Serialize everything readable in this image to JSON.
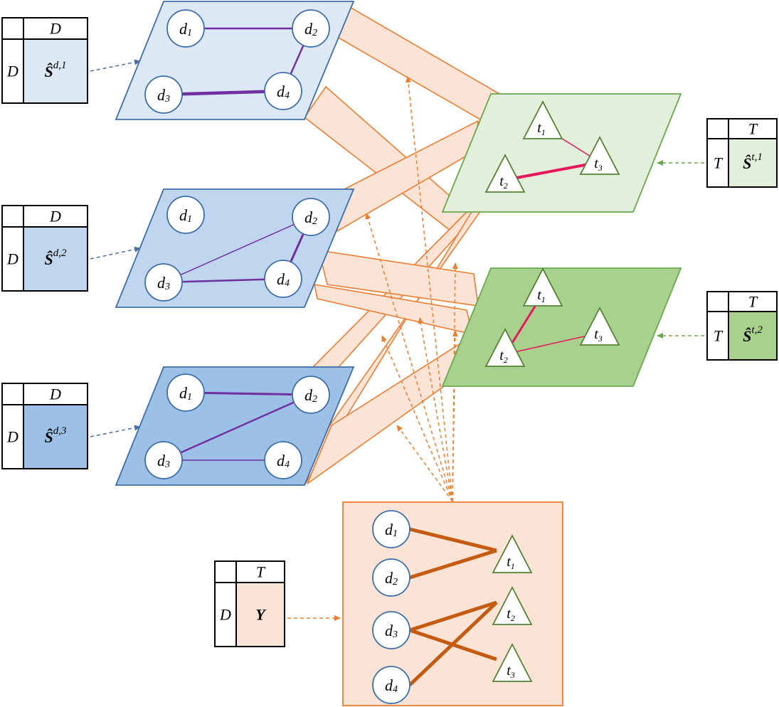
{
  "colors": {
    "drug_stroke": "#3e6fa8",
    "drug_fill_1": "#dde8f5",
    "drug_fill_2": "#c0d6ee",
    "drug_fill_3": "#9dc1e6",
    "drug_edge": "#7030a0",
    "target_stroke": "#6aa84f",
    "target_fill_1": "#e2efda",
    "target_fill_2": "#a9d18e",
    "target_edge": "#e8175d",
    "inter_stroke": "#ed7d31",
    "inter_fill": "#fbe3d5",
    "inter_edge": "#c55a11",
    "matrix_arrow_drug": "#4a6fa0",
    "matrix_arrow_target": "#6aa84f",
    "matrix_arrow_inter": "#ed7d31",
    "node_stroke_drug": "#3e6fa8",
    "node_stroke_target": "#548235"
  },
  "drug_graphs": [
    {
      "nodes": [
        {
          "base": "d",
          "sub": "1"
        },
        {
          "base": "d",
          "sub": "2"
        },
        {
          "base": "d",
          "sub": "3"
        },
        {
          "base": "d",
          "sub": "4"
        }
      ],
      "edges": [
        {
          "from": 0,
          "to": 1,
          "weight": 2.5
        },
        {
          "from": 1,
          "to": 3,
          "weight": 2.5
        },
        {
          "from": 2,
          "to": 3,
          "weight": 4.5
        }
      ]
    },
    {
      "nodes": [
        {
          "base": "d",
          "sub": "1"
        },
        {
          "base": "d",
          "sub": "2"
        },
        {
          "base": "d",
          "sub": "3"
        },
        {
          "base": "d",
          "sub": "4"
        }
      ],
      "edges": [
        {
          "from": 1,
          "to": 2,
          "weight": 1.5
        },
        {
          "from": 1,
          "to": 3,
          "weight": 3
        },
        {
          "from": 2,
          "to": 3,
          "weight": 2.5
        }
      ]
    },
    {
      "nodes": [
        {
          "base": "d",
          "sub": "1"
        },
        {
          "base": "d",
          "sub": "2"
        },
        {
          "base": "d",
          "sub": "3"
        },
        {
          "base": "d",
          "sub": "4"
        }
      ],
      "edges": [
        {
          "from": 0,
          "to": 1,
          "weight": 3
        },
        {
          "from": 1,
          "to": 2,
          "weight": 2.5
        },
        {
          "from": 2,
          "to": 3,
          "weight": 1.5
        }
      ]
    }
  ],
  "target_graphs": [
    {
      "nodes": [
        {
          "base": "t",
          "sub": "1"
        },
        {
          "base": "t",
          "sub": "2"
        },
        {
          "base": "t",
          "sub": "3"
        }
      ],
      "edges": [
        {
          "from": 0,
          "to": 2,
          "weight": 1.5
        },
        {
          "from": 1,
          "to": 2,
          "weight": 4
        }
      ]
    },
    {
      "nodes": [
        {
          "base": "t",
          "sub": "1"
        },
        {
          "base": "t",
          "sub": "2"
        },
        {
          "base": "t",
          "sub": "3"
        }
      ],
      "edges": [
        {
          "from": 0,
          "to": 1,
          "weight": 3
        },
        {
          "from": 1,
          "to": 2,
          "weight": 1.5
        }
      ]
    }
  ],
  "interaction_graph": {
    "drugs": [
      {
        "base": "d",
        "sub": "1"
      },
      {
        "base": "d",
        "sub": "2"
      },
      {
        "base": "d",
        "sub": "3"
      },
      {
        "base": "d",
        "sub": "4"
      }
    ],
    "targets": [
      {
        "base": "t",
        "sub": "1"
      },
      {
        "base": "t",
        "sub": "2"
      },
      {
        "base": "t",
        "sub": "3"
      }
    ],
    "edges": [
      {
        "drug": 0,
        "target": 0
      },
      {
        "drug": 1,
        "target": 0
      },
      {
        "drug": 2,
        "target": 1
      },
      {
        "drug": 2,
        "target": 2
      },
      {
        "drug": 3,
        "target": 1
      }
    ]
  },
  "matrices": {
    "drug": [
      {
        "row_label": "D",
        "col_label": "D",
        "symbol": "Ŝ",
        "superscript": "d,1"
      },
      {
        "row_label": "D",
        "col_label": "D",
        "symbol": "Ŝ",
        "superscript": "d,2"
      },
      {
        "row_label": "D",
        "col_label": "D",
        "symbol": "Ŝ",
        "superscript": "d,3"
      }
    ],
    "target": [
      {
        "row_label": "T",
        "col_label": "T",
        "symbol": "Ŝ",
        "superscript": "t,1"
      },
      {
        "row_label": "T",
        "col_label": "T",
        "symbol": "Ŝ",
        "superscript": "t,2"
      }
    ],
    "interaction": {
      "row_label": "D",
      "col_label": "T",
      "symbol": "Y",
      "superscript": ""
    }
  }
}
